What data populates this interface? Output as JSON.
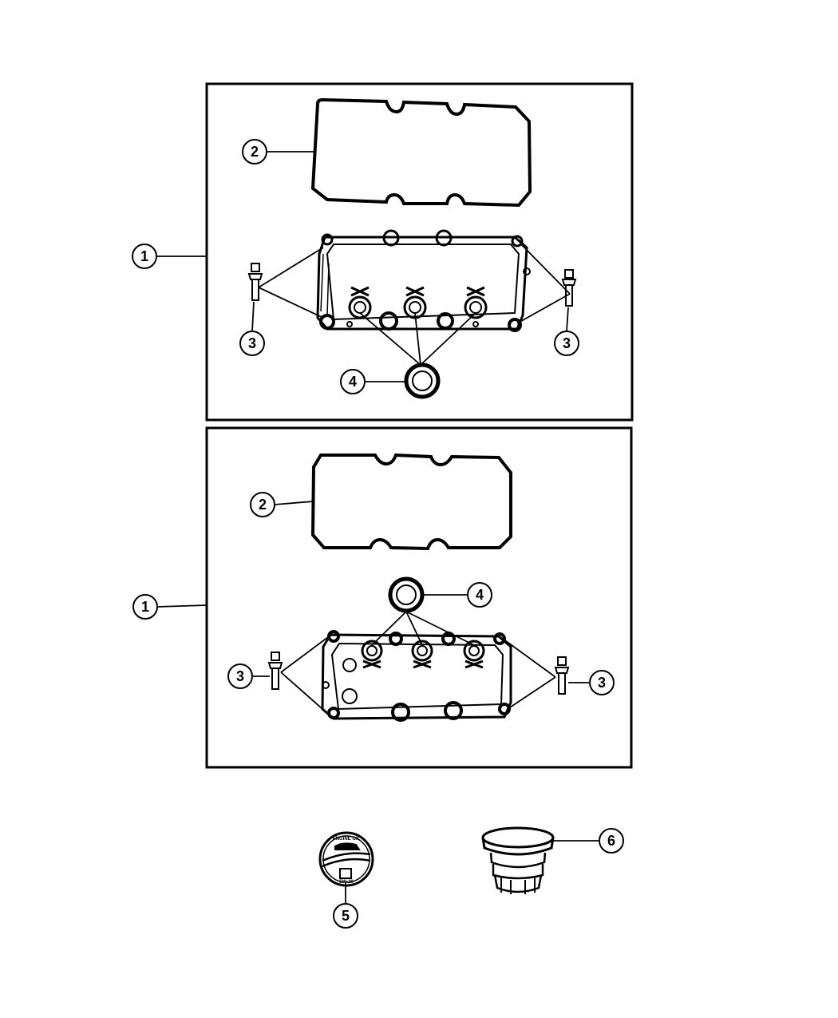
{
  "diagram": {
    "callouts": {
      "c1a": "1",
      "c2a": "2",
      "c3a_left": "3",
      "c3a_right": "3",
      "c4a": "4",
      "c1b": "1",
      "c2b": "2",
      "c3b_left": "3",
      "c3b_right": "3",
      "c4b": "4",
      "c5": "5",
      "c6": "6"
    },
    "oil_cap_text": {
      "top": "ENGINE OIL",
      "bottom": "5W-20"
    },
    "colors": {
      "line": "#000000",
      "background": "#ffffff"
    }
  }
}
